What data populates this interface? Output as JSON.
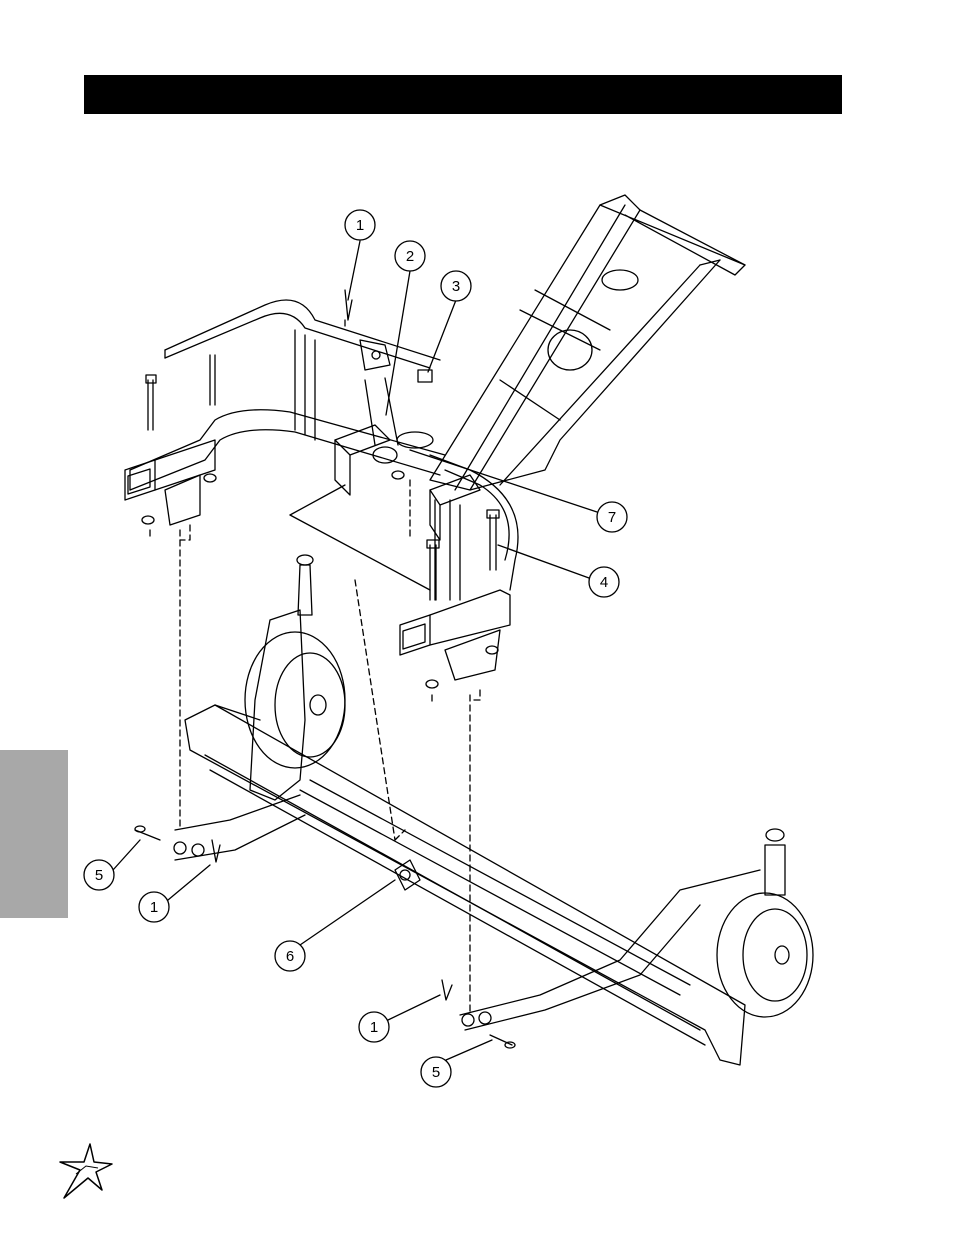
{
  "header": {
    "bar_color": "#000000"
  },
  "side_tab": {
    "color": "#a8a8a8"
  },
  "callouts": [
    {
      "id": "c1a",
      "label": "1"
    },
    {
      "id": "c2",
      "label": "2"
    },
    {
      "id": "c3",
      "label": "3"
    },
    {
      "id": "c7",
      "label": "7"
    },
    {
      "id": "c4",
      "label": "4"
    },
    {
      "id": "c5a",
      "label": "5"
    },
    {
      "id": "c1b",
      "label": "1"
    },
    {
      "id": "c6",
      "label": "6"
    },
    {
      "id": "c1c",
      "label": "1"
    },
    {
      "id": "c5b",
      "label": "5"
    }
  ],
  "logo": {
    "icon": "star-logo-icon"
  }
}
